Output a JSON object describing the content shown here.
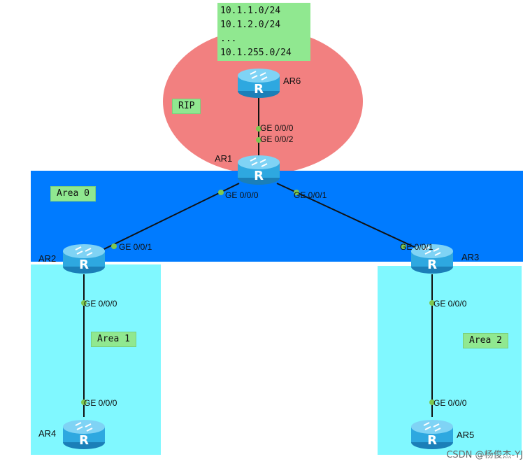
{
  "areas": [
    {
      "id": "rip",
      "label": "RIP",
      "color": "#f28080"
    },
    {
      "id": "area0",
      "label": "Area 0",
      "color": "#007bff"
    },
    {
      "id": "area1",
      "label": "Area 1",
      "color": "#80f8ff"
    },
    {
      "id": "area2",
      "label": "Area 2",
      "color": "#80f8ff"
    }
  ],
  "routes": [
    "10.1.1.0/24",
    "10.1.2.0/24",
    "...",
    "10.1.255.0/24"
  ],
  "devices": {
    "ar1": "AR1",
    "ar2": "AR2",
    "ar3": "AR3",
    "ar4": "AR4",
    "ar5": "AR5",
    "ar6": "AR6"
  },
  "router_icon_letter": "R",
  "interfaces": {
    "ar6_ar1_a": "GE 0/0/0",
    "ar6_ar1_b": "GE 0/0/2",
    "ar1_ar2_a": "GE 0/0/0",
    "ar1_ar2_b": "GE 0/0/1",
    "ar1_ar3_a": "GE 0/0/1",
    "ar1_ar3_b": "GE 0/0/1",
    "ar2_ar4_a": "GE 0/0/0",
    "ar2_ar4_b": "GE 0/0/0",
    "ar3_ar5_a": "GE 0/0/0",
    "ar3_ar5_b": "GE 0/0/0"
  },
  "colors": {
    "link": "#111111",
    "port": "#7ec850",
    "router_body": "#2ea8e0"
  },
  "watermark": "CSDN @杨俊杰-YJ"
}
